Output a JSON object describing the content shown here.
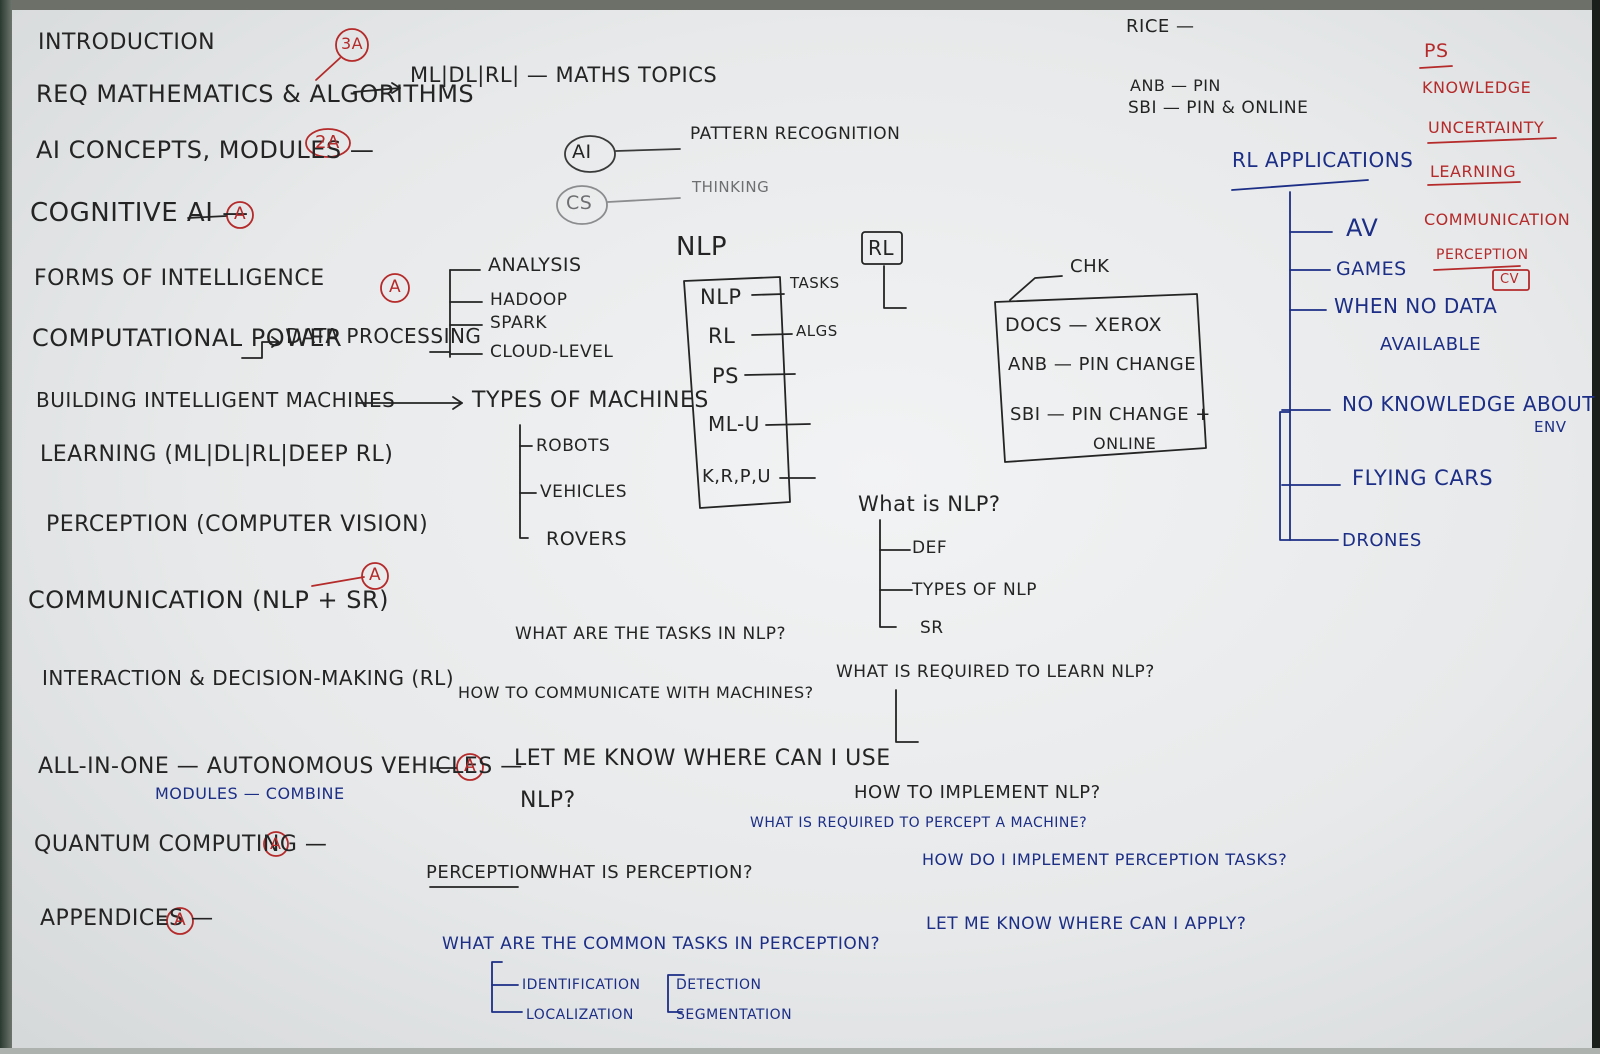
{
  "left_column": {
    "introduction": "INTRODUCTION",
    "req_math": "REQ MATHEMATICS & ALGORITHMS",
    "math_topics": "ML|DL|RL| — MATHS TOPICS",
    "ai_concepts": "AI CONCEPTS, MODULES —",
    "cognitive_ai": "COGNITIVE AI —",
    "forms": "FORMS OF INTELLIGENCE",
    "computational": "COMPUTATIONAL POWER",
    "data_processing": "DATA PROCESSING",
    "building": "BUILDING INTELLIGENT MACHINES",
    "learning": "LEARNING (ML|DL|RL|DEEP RL)",
    "perception": "PERCEPTION (COMPUTER VISION)",
    "communication": "COMMUNICATION (NLP + SR)",
    "interaction": "INTERACTION & DECISION-MAKING (RL)",
    "all_in_one": "ALL-IN-ONE — AUTONOMOUS VEHICLES —",
    "modules_combine": "MODULES — COMBINE",
    "quantum": "QUANTUM COMPUTING —",
    "appendices": "APPENDICES —"
  },
  "badges": {
    "b3a": "3A",
    "b2a": "2A",
    "a_cognitive": "A",
    "a_data": "A",
    "a_comm": "A",
    "a_av": "A",
    "a_quantum": "A",
    "a_appendix": "A"
  },
  "data_processing_list": [
    "ANALYSIS",
    "HADOOP",
    "SPARK",
    "CLOUD-LEVEL"
  ],
  "types_of_machines": {
    "title": "TYPES OF MACHINES",
    "items": [
      "ROBOTS",
      "VEHICLES",
      "ROVERS"
    ]
  },
  "ai_cs": {
    "ai": "AI",
    "pattern": "PATTERN RECOGNITION",
    "cs": "CS",
    "thinking": "THINKING"
  },
  "nlp_box": {
    "heading": "NLP",
    "items": [
      "NLP",
      "RL",
      "PS",
      "ML-U",
      "K,R,P,U"
    ],
    "tasks": "TASKS",
    "algs": "ALGS"
  },
  "rl_box": "RL",
  "docs_box": {
    "chk": "CHK",
    "line1": "DOCS — XEROX",
    "line2": "ANB — PIN CHANGE",
    "line3": "SBI — PIN CHANGE +",
    "line3b": "ONLINE"
  },
  "what_is_nlp": {
    "title": "What is NLP?",
    "items": [
      "DEF",
      "TYPES OF NLP",
      "SR"
    ]
  },
  "questions": {
    "tasks_nlp": "WHAT ARE THE TASKS IN NLP?",
    "communicate": "HOW TO COMMUNICATE WITH MACHINES?",
    "required_nlp": "WHAT IS REQUIRED TO LEARN NLP?",
    "where_nlp_1": "LET ME KNOW WHERE CAN I USE",
    "where_nlp_2": "NLP?",
    "implement_nlp": "HOW TO IMPLEMENT NLP?",
    "required_percept": "WHAT IS REQUIRED TO PERCEPT A MACHINE?",
    "implement_perception": "HOW DO I IMPLEMENT PERCEPTION TASKS?",
    "where_apply": "LET ME KNOW WHERE CAN I APPLY?"
  },
  "perception_section": {
    "label": "PERCEPTION",
    "what": "WHAT IS PERCEPTION?",
    "common": "WHAT ARE THE COMMON TASKS IN PERCEPTION?",
    "tasks": [
      "IDENTIFICATION",
      "LOCALIZATION",
      "DETECTION",
      "SEGMENTATION"
    ]
  },
  "top_right": {
    "rice": "RICE —",
    "anb": "ANB — PIN",
    "sbi": "SBI — PIN & ONLINE"
  },
  "rl_applications": {
    "title": "RL APPLICATIONS",
    "items": [
      "AV",
      "GAMES",
      "WHEN NO DATA",
      "AVAILABLE",
      "NO KNOWLEDGE ABOUT",
      "ENV",
      "FLYING CARS",
      "DRONES"
    ]
  },
  "red_topics": [
    "PS",
    "KNOWLEDGE",
    "UNCERTAINTY",
    "LEARNING",
    "COMMUNICATION",
    "PERCEPTION",
    "CV"
  ],
  "colors": {
    "black_marker": "#242424",
    "blue_marker": "#1c2e86",
    "red_marker": "#b52a2a",
    "faded_marker": "#6d6f71",
    "board": "#eceeef"
  }
}
